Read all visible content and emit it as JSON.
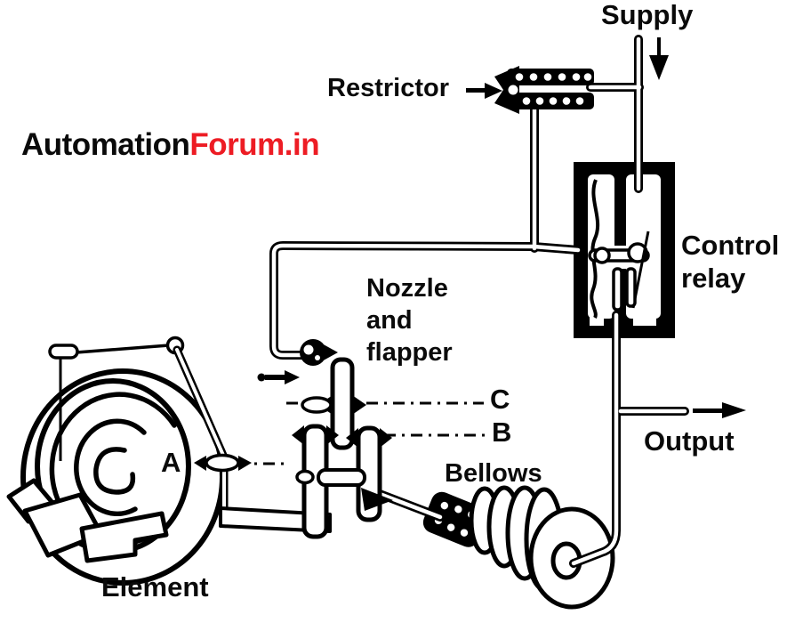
{
  "colors": {
    "background": "#ffffff",
    "ink": "#000000",
    "watermark_black": "#0a0a0a",
    "watermark_red": "#ed1c24"
  },
  "watermark": {
    "black_part": "Automation",
    "red_part": "Forum.in"
  },
  "labels": {
    "supply": "Supply",
    "restrictor": "Restrictor",
    "control_relay": {
      "line1": "Control",
      "line2": "relay"
    },
    "nozzle_flapper": {
      "line1": "Nozzle",
      "line2": "and",
      "line3": "flapper"
    },
    "bellows": "Bellows",
    "output": "Output",
    "element": "Element",
    "points": {
      "a": "A",
      "b": "B",
      "c": "C"
    }
  },
  "arrows": {
    "supply_flow": "down",
    "restrictor_pointer": "right",
    "output_flow": "right",
    "nozzle_jet": "right"
  }
}
